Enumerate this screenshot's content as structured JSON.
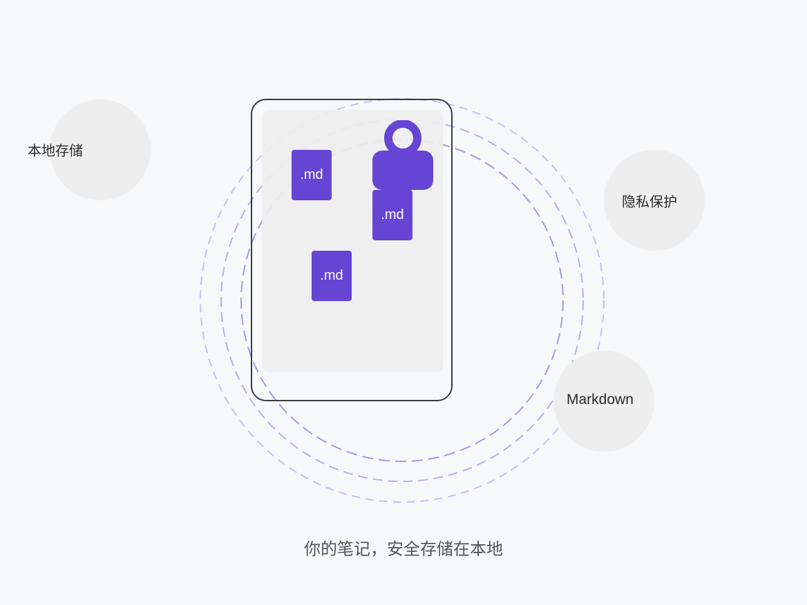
{
  "features": {
    "local_storage": "本地存储",
    "privacy": "隐私保护",
    "markdown": "Markdown"
  },
  "files": [
    {
      "label": ".md"
    },
    {
      "label": ".md"
    },
    {
      "label": ".md"
    }
  ],
  "caption": "你的笔记，安全存储在本地",
  "icons": {
    "lock": "lock-icon",
    "device": "phone-device-icon"
  },
  "colors": {
    "accent": "#6645d4",
    "ring": "#b6a9ec",
    "bubble": "#eeeeee",
    "background": "#f7f8fa"
  }
}
